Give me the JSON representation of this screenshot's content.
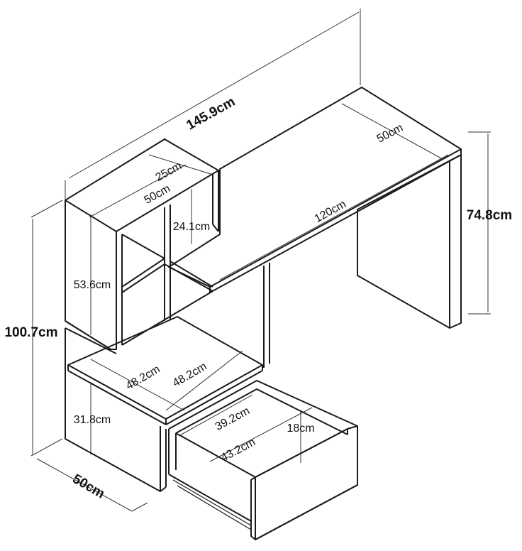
{
  "dimensions": {
    "total_width": "145.9cm",
    "desk_depth": "50cm",
    "desk_length": "120cm",
    "desk_height": "74.8cm",
    "total_height": "100.7cm",
    "base_depth": "50cm",
    "top_shelf_depth": "25cm",
    "top_shelf_width": "50cm",
    "top_shelf_height": "24.1cm",
    "shelf_unit_height": "53.6cm",
    "compartment_width_left": "48.2cm",
    "compartment_width_right": "48.2cm",
    "lower_cabinet_height": "31.8cm",
    "drawer_inner_width": "39.2cm",
    "drawer_inner_length": "43.2cm",
    "drawer_height": "18cm"
  }
}
